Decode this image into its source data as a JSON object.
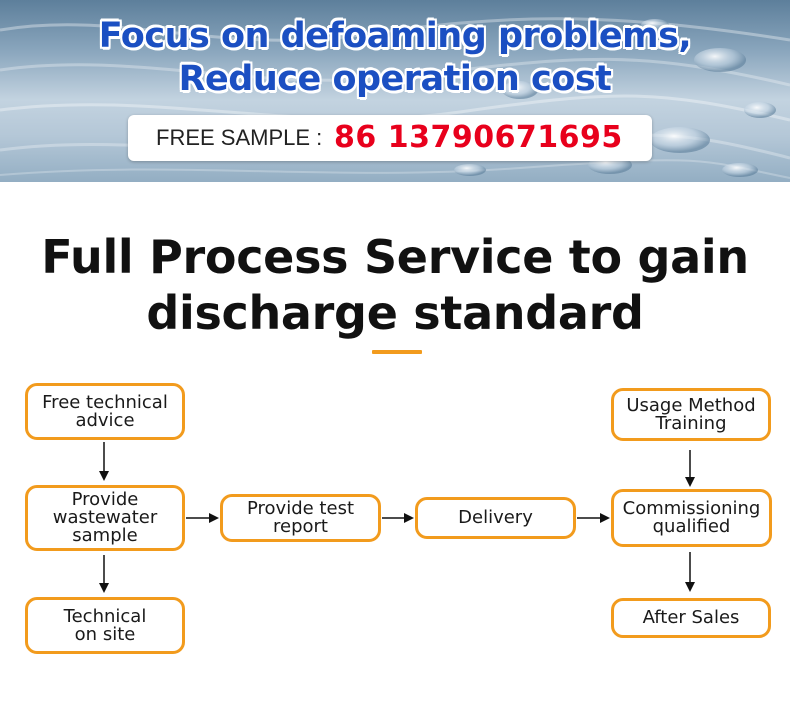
{
  "banner": {
    "headline_line1": "Focus on defoaming problems,",
    "headline_line2": "Reduce operation cost",
    "sample_label": "FREE SAMPLE :",
    "sample_phone": "86 13790671695"
  },
  "section": {
    "title_line1": "Full Process Service to gain",
    "title_line2": "discharge standard"
  },
  "steps": {
    "free_advice": [
      "Free technical",
      "advice"
    ],
    "provide_sample": [
      "Provide",
      "wastewater",
      "sample"
    ],
    "technical_on_site": [
      "Technical",
      "on site"
    ],
    "test_report": [
      "Provide test",
      "report"
    ],
    "delivery": [
      "Delivery"
    ],
    "commissioning": [
      "Commissioning",
      "qualified"
    ],
    "usage_training": [
      "Usage Method",
      "Training"
    ],
    "after_sales": [
      "After Sales"
    ]
  },
  "colors": {
    "accent": "#f29b1d",
    "headline": "#1b4fc2",
    "phone": "#e8001c",
    "title": "#111111"
  }
}
